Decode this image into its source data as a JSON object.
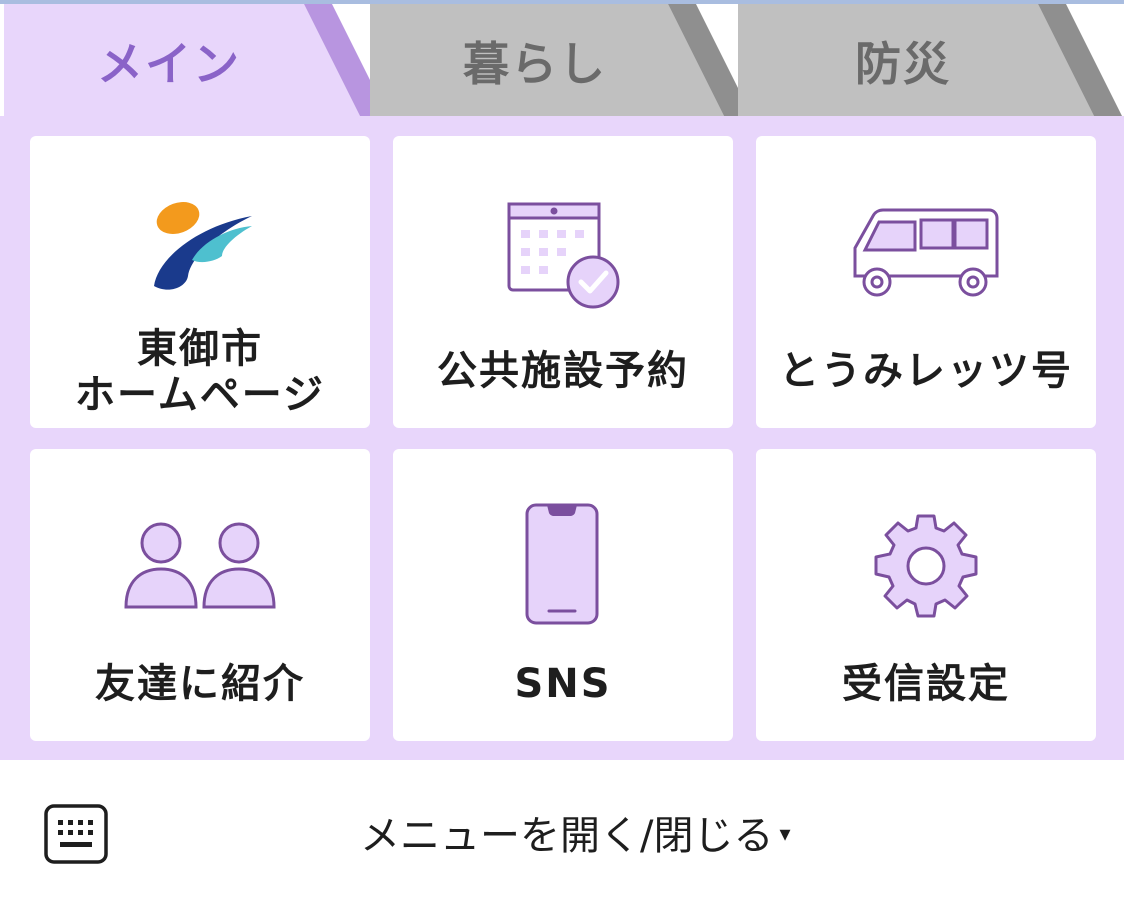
{
  "tabs": [
    {
      "label": "メイン",
      "active": true
    },
    {
      "label": "暮らし",
      "active": false
    },
    {
      "label": "防災",
      "active": false
    }
  ],
  "menu": {
    "items": [
      {
        "line1": "東御市",
        "line2": "ホームページ",
        "icon": "city-logo-icon"
      },
      {
        "line1": "公共施設予約",
        "icon": "calendar-check-icon"
      },
      {
        "line1": "とうみレッツ号",
        "icon": "van-icon"
      },
      {
        "line1": "友達に紹介",
        "icon": "people-icon"
      },
      {
        "line1": "SNS",
        "icon": "smartphone-icon"
      },
      {
        "line1": "受信設定",
        "icon": "gear-icon"
      }
    ]
  },
  "bottom": {
    "toggle_label": "メニューを開く/閉じる",
    "caret": "▾",
    "keyboard_icon": "keyboard-icon"
  },
  "colors": {
    "accent": "#8a63c8",
    "panel_bg": "#e8d6fb",
    "tab_inactive": "#c0c0c0",
    "icon_stroke": "#7b4f9e",
    "icon_fill": "#e6d3fa"
  }
}
